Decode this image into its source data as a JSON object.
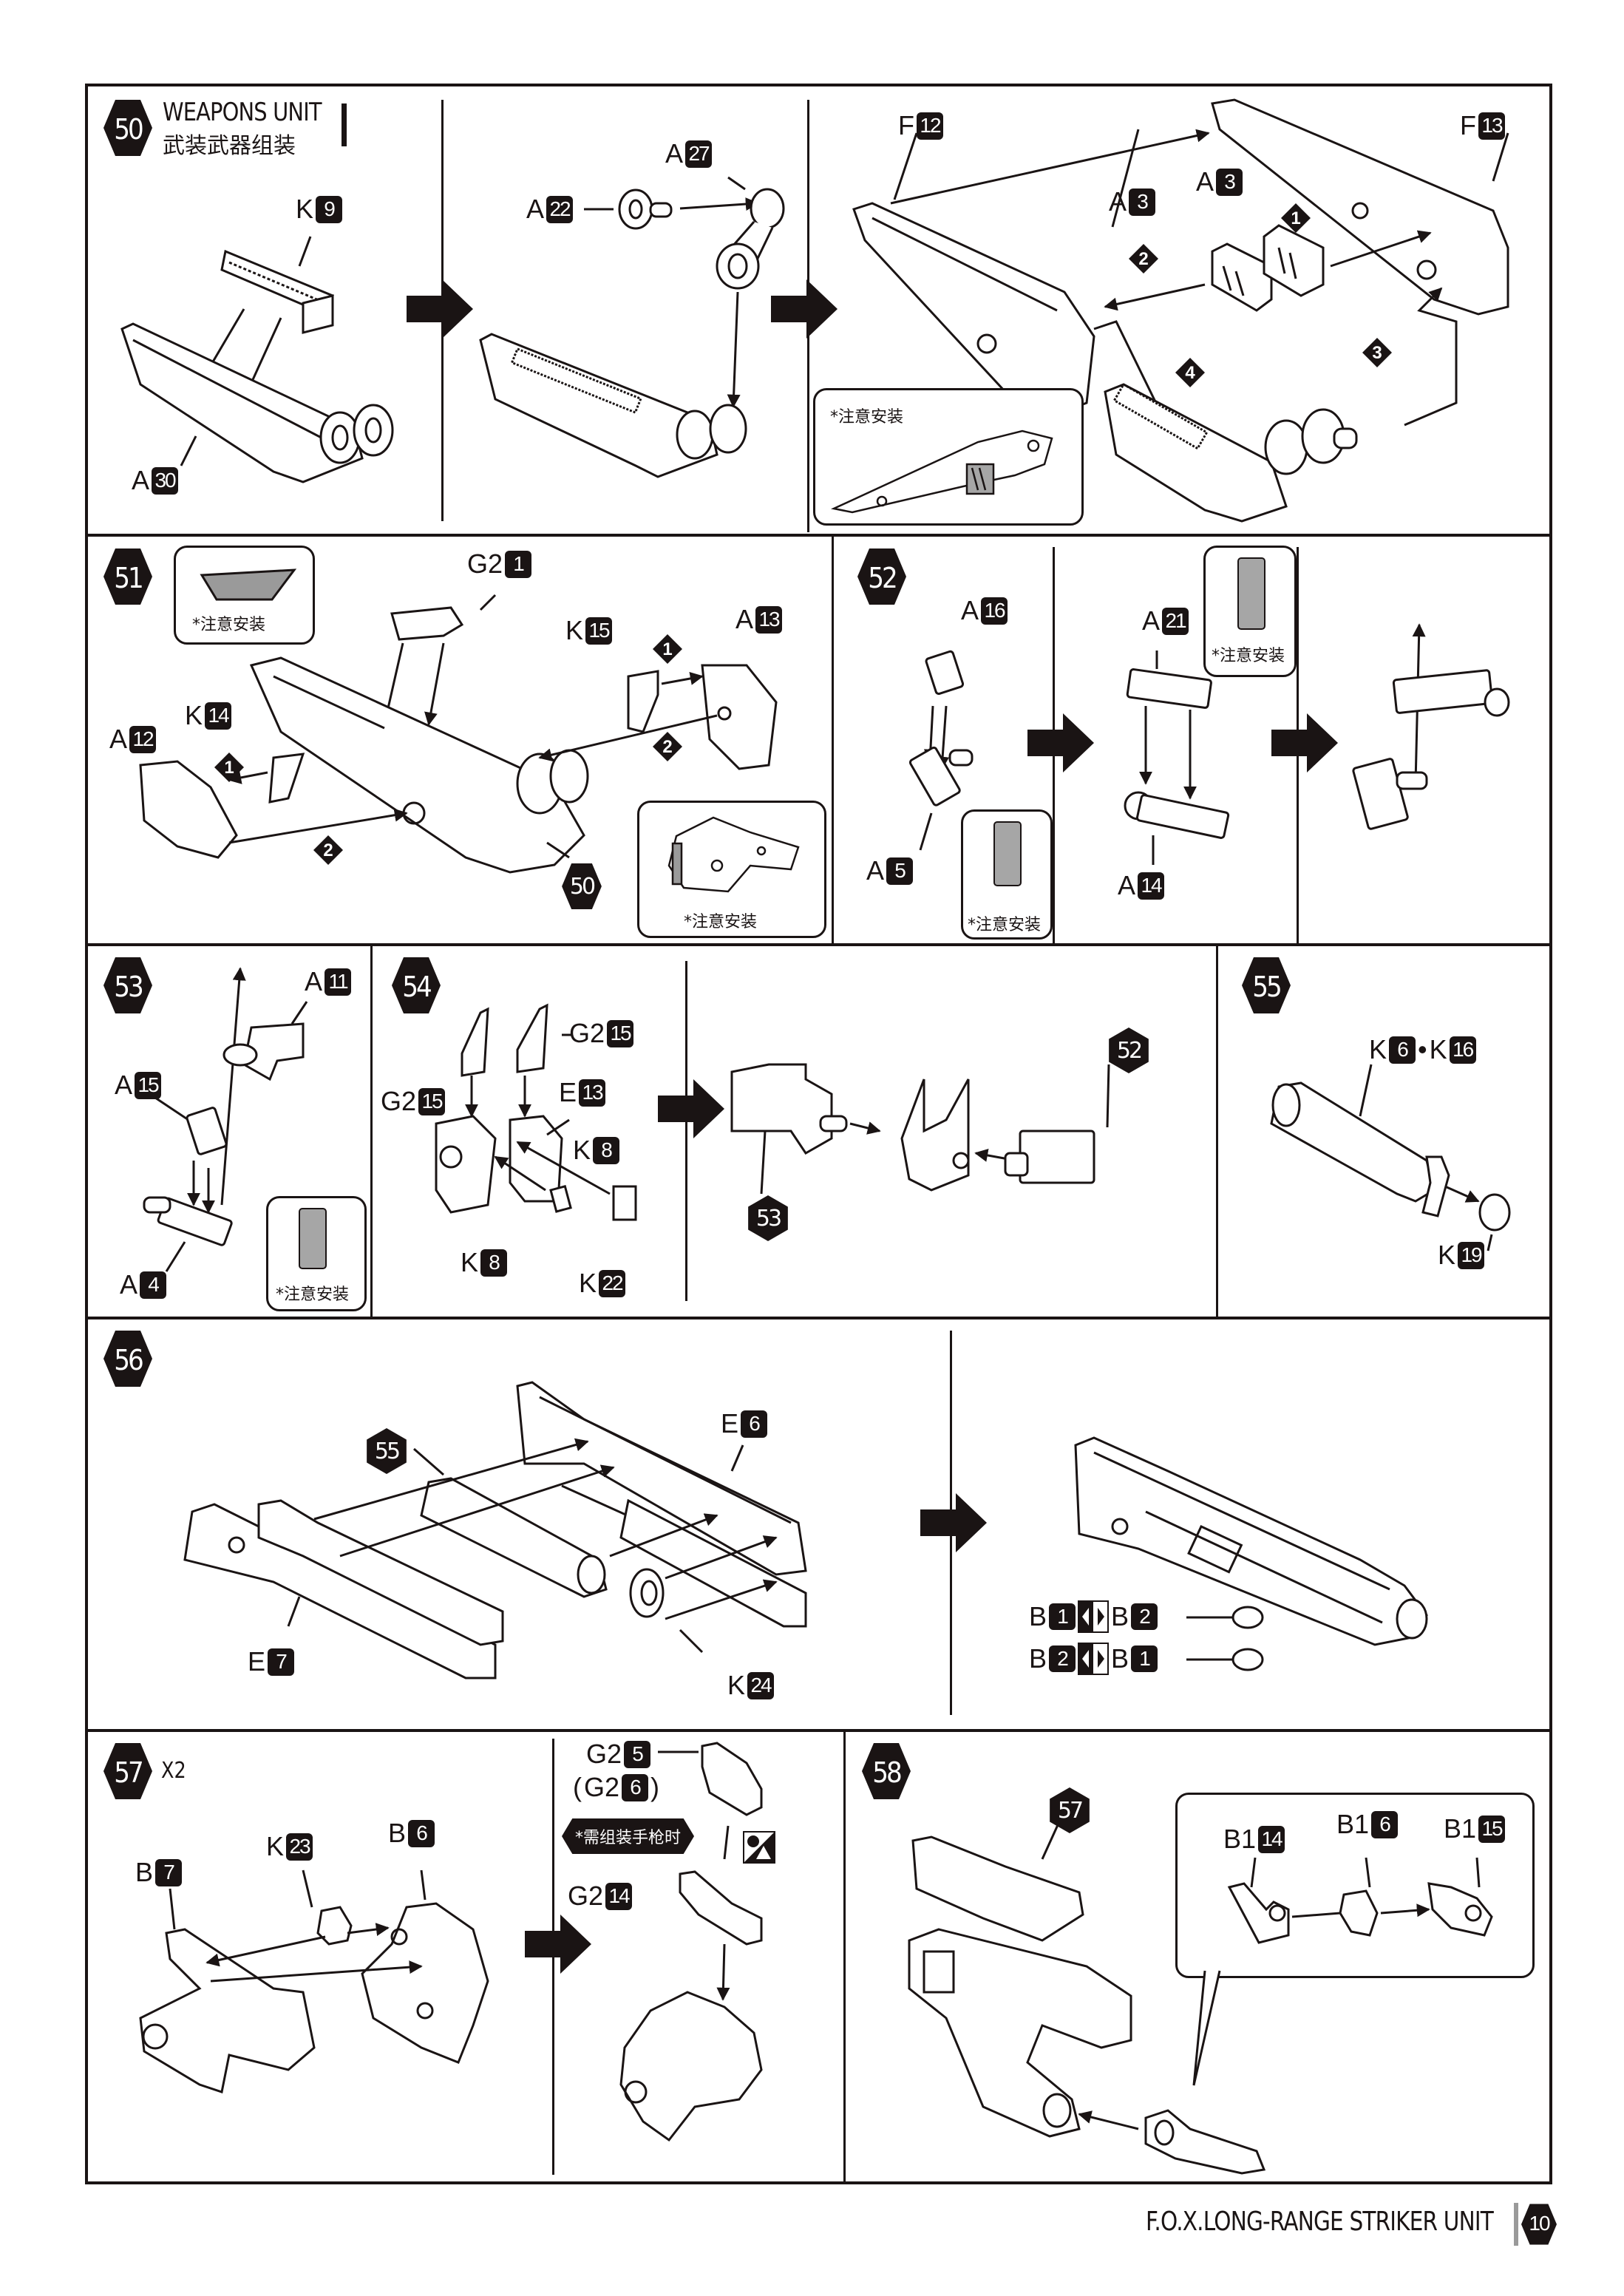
{
  "page": {
    "product_title": "F.O.X.LONG-RANGE STRIKER UNIT",
    "page_number": "10"
  },
  "notes": {
    "attention_install": "*注意安装",
    "pistol_only": "*需组装手枪时"
  },
  "steps": {
    "s50": {
      "number": "50",
      "title_en": "WEAPONS UNIT",
      "title_cn": "武装武器组装",
      "parts": [
        {
          "letter": "K",
          "num": "9"
        },
        {
          "letter": "A",
          "num": "30"
        },
        {
          "letter": "A",
          "num": "27"
        },
        {
          "letter": "A",
          "num": "22"
        },
        {
          "letter": "F",
          "num": "12"
        },
        {
          "letter": "F",
          "num": "13"
        },
        {
          "letter": "A",
          "num": "3"
        },
        {
          "letter": "A",
          "num": "3"
        }
      ],
      "order_markers": [
        "1",
        "2",
        "3",
        "4"
      ]
    },
    "s51": {
      "number": "51",
      "parts": [
        {
          "letter": "G2",
          "num": "1"
        },
        {
          "letter": "K",
          "num": "15"
        },
        {
          "letter": "A",
          "num": "13"
        },
        {
          "letter": "K",
          "num": "14"
        },
        {
          "letter": "A",
          "num": "12"
        }
      ],
      "ref_step": "50",
      "order_markers": [
        "1",
        "2",
        "1",
        "2"
      ]
    },
    "s52": {
      "number": "52",
      "parts": [
        {
          "letter": "A",
          "num": "16"
        },
        {
          "letter": "A",
          "num": "5"
        },
        {
          "letter": "A",
          "num": "21"
        },
        {
          "letter": "A",
          "num": "14"
        }
      ]
    },
    "s53": {
      "number": "53",
      "parts": [
        {
          "letter": "A",
          "num": "11"
        },
        {
          "letter": "A",
          "num": "15"
        },
        {
          "letter": "A",
          "num": "4"
        }
      ]
    },
    "s54": {
      "number": "54",
      "parts": [
        {
          "letter": "G2",
          "num": "15"
        },
        {
          "letter": "G2",
          "num": "15"
        },
        {
          "letter": "E",
          "num": "13"
        },
        {
          "letter": "K",
          "num": "8"
        },
        {
          "letter": "K",
          "num": "8"
        },
        {
          "letter": "K",
          "num": "22"
        }
      ],
      "ref_steps": [
        "53",
        "52"
      ]
    },
    "s55": {
      "number": "55",
      "parts": [
        {
          "letter": "K",
          "num": "6"
        },
        {
          "letter": "K",
          "num": "16"
        },
        {
          "letter": "K",
          "num": "19"
        }
      ],
      "joiner": "•"
    },
    "s56": {
      "number": "56",
      "ref_step": "55",
      "parts": [
        {
          "letter": "E",
          "num": "6"
        },
        {
          "letter": "E",
          "num": "7"
        },
        {
          "letter": "K",
          "num": "24"
        }
      ],
      "swaps": [
        {
          "from": {
            "letter": "B",
            "num": "1"
          },
          "to": {
            "letter": "B",
            "num": "2"
          }
        },
        {
          "from": {
            "letter": "B",
            "num": "2"
          },
          "to": {
            "letter": "B",
            "num": "1"
          }
        }
      ]
    },
    "s57": {
      "number": "57",
      "multiplier": "X2",
      "parts": [
        {
          "letter": "K",
          "num": "23"
        },
        {
          "letter": "B",
          "num": "6"
        },
        {
          "letter": "B",
          "num": "7"
        },
        {
          "letter": "G2",
          "num": "5"
        },
        {
          "letter": "G2",
          "num": "6"
        },
        {
          "letter": "G2",
          "num": "14"
        }
      ],
      "paren_open": "(",
      "paren_close": ")"
    },
    "s58": {
      "number": "58",
      "ref_step": "57",
      "parts": [
        {
          "letter": "B1",
          "num": "14"
        },
        {
          "letter": "B1",
          "num": "6"
        },
        {
          "letter": "B1",
          "num": "15"
        }
      ]
    }
  },
  "icons": {
    "step_badge": "hexagon-badge",
    "order_marker": "diamond-number",
    "next_arrow": "right-arrow",
    "swap": "swap-icon",
    "cut": "trim-icon",
    "attention": "attention-marks"
  }
}
